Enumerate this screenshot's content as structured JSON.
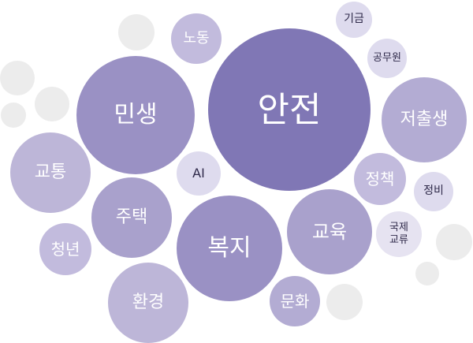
{
  "palette": {
    "text_light": "#ffffff",
    "text_dark": "#2f2a4a",
    "decor_gray": "#ececec"
  },
  "keywords": [
    {
      "label": "안전",
      "color": "#8077b5"
    },
    {
      "label": "민생",
      "color": "#9a91c4"
    },
    {
      "label": "복지",
      "color": "#9a91c4"
    },
    {
      "label": "교육",
      "color": "#a9a1cc"
    },
    {
      "label": "저출생",
      "color": "#b3acd3"
    },
    {
      "label": "환경",
      "color": "#bdb6d8"
    },
    {
      "label": "교통",
      "color": "#bdb6d8"
    },
    {
      "label": "주택",
      "color": "#a9a1cc"
    },
    {
      "label": "청년",
      "color": "#c2bbdd"
    },
    {
      "label": "문화",
      "color": "#b3acd3"
    },
    {
      "label": "노동",
      "color": "#c2bbdd"
    },
    {
      "label": "정책",
      "color": "#c2bbdd"
    },
    {
      "label": "AI",
      "color": "#dedbee"
    },
    {
      "label": "기금",
      "color": "#dedbee"
    },
    {
      "label": "공무원",
      "color": "#dedbee"
    },
    {
      "label": "정비",
      "color": "#dedbee"
    },
    {
      "label": "국제\n교류",
      "color": "#e6e3f1"
    }
  ]
}
